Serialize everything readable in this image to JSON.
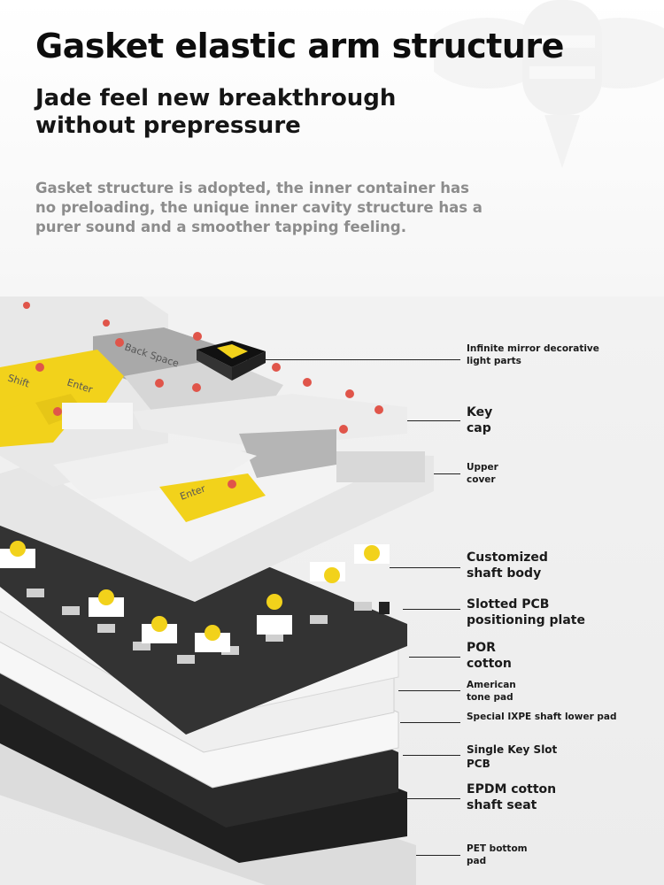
{
  "header": {
    "title": "Gasket elastic arm structure",
    "subtitle": "Jade feel new breakthrough without prepressure",
    "description": "Gasket structure is adopted, the inner container has no preloading, the unique inner cavity structure has a purer sound and a smoother tapping feeling."
  },
  "callouts": [
    "Infinite mirror decorative light parts",
    "Key cap",
    "Upper cover",
    "Customized shaft body",
    "Slotted PCB positioning plate",
    "POR cotton",
    "American tone pad",
    "Special IXPE shaft lower pad",
    "Single Key Slot PCB",
    "EPDM cotton shaft seat",
    "PET bottom pad"
  ],
  "keycap_legends": [
    "Enter",
    "Shift",
    "Back Space",
    "Enter"
  ],
  "colors": {
    "accent_yellow": "#f2d21b",
    "keycap_white": "#ededed",
    "keycap_grey": "#a9a9a9",
    "accent_red": "#e0554a",
    "plate_black": "#2a2a2a"
  }
}
